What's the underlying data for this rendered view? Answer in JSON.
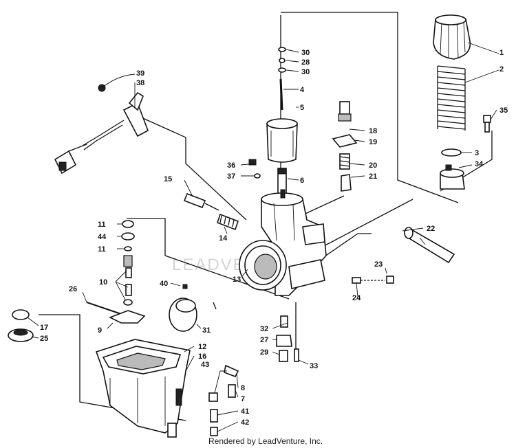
{
  "credit": "Rendered by LeadVenture, Inc.",
  "watermark": "LEADVENTURE",
  "callouts": [
    "1",
    "2",
    "3",
    "4",
    "5",
    "6",
    "7",
    "8",
    "9",
    "10",
    "11",
    "11",
    "12",
    "13",
    "14",
    "15",
    "16",
    "17",
    "18",
    "19",
    "20",
    "21",
    "22",
    "23",
    "24",
    "25",
    "26",
    "27",
    "28",
    "29",
    "30",
    "30",
    "31",
    "32",
    "33",
    "34",
    "35",
    "36",
    "37",
    "38",
    "39",
    "40",
    "41",
    "42",
    "43",
    "44"
  ]
}
